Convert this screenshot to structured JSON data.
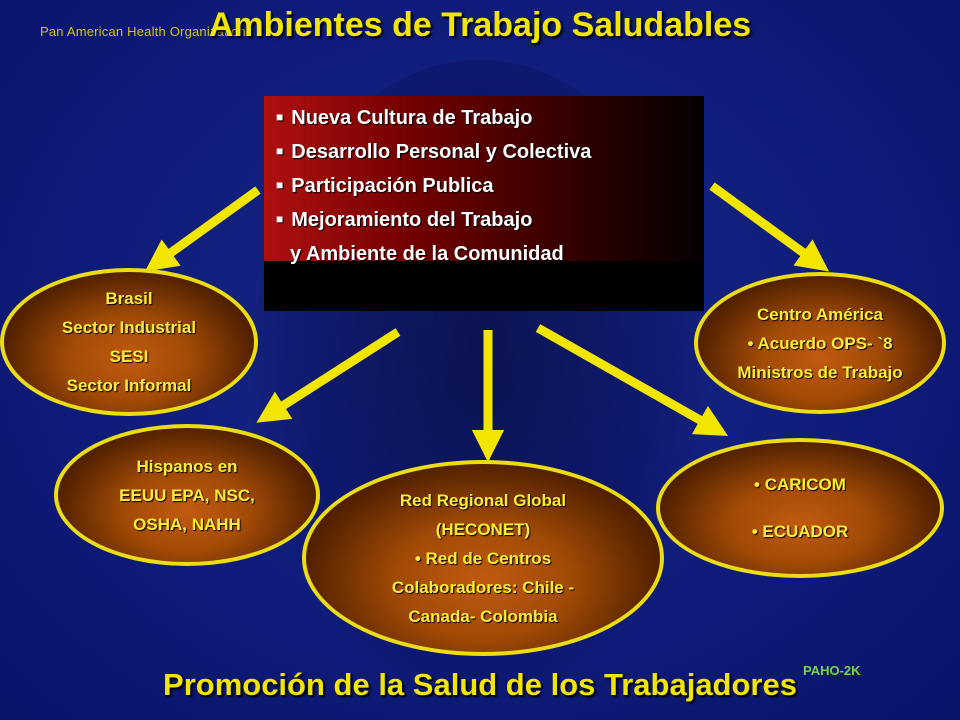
{
  "header": {
    "org": "Pan American Health Organization",
    "title": "Ambientes de Trabajo Saludables"
  },
  "center_box": {
    "items": [
      "Nueva Cultura de Trabajo",
      "Desarrollo Personal y Colectiva",
      "Participación Publica",
      "Mejoramiento del Trabajo"
    ],
    "continuation": "y Ambiente de la Comunidad"
  },
  "ovals": {
    "brasil": [
      "Brasil",
      "Sector Industrial",
      "SESI",
      "Sector Informal"
    ],
    "centro_america": [
      "Centro América",
      "• Acuerdo OPS- `8",
      "Ministros de Trabajo"
    ],
    "hispanos": [
      "Hispanos en",
      "EEUU  EPA, NSC,",
      "OSHA, NAHH"
    ],
    "red_regional": [
      "Red Regional Global",
      "(HECONET)",
      "• Red de Centros",
      "Colaboradores:  Chile -",
      "Canada- Colombia"
    ],
    "caricom": [
      "• CARICOM",
      "• ECUADOR"
    ]
  },
  "footer": {
    "title": "Promoción de la Salud de los Trabajadores",
    "code": "PAHO-2K"
  },
  "colors": {
    "accent_yellow": "#f2e600",
    "oval_border": "#ecdd12",
    "background_blue": "#0f1c7a",
    "box_red": "#b01010"
  }
}
